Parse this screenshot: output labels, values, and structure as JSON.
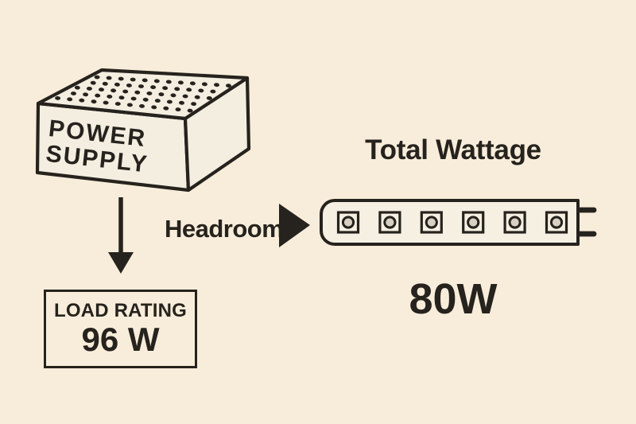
{
  "colors": {
    "background": "#f8edda",
    "ink": "#26221d",
    "surface": "#f4eee1",
    "strip_surface": "#f6f0e3",
    "led_dot": "#d8d0c2"
  },
  "power_supply": {
    "label_line1": "POWER",
    "label_line2": "SUPPLY"
  },
  "load_rating": {
    "title": "LOAD RATING",
    "value": "96 W"
  },
  "headroom": {
    "label": "Headroom"
  },
  "led_strip": {
    "title": "Total Wattage",
    "wattage": "80W",
    "led_count": 6
  }
}
